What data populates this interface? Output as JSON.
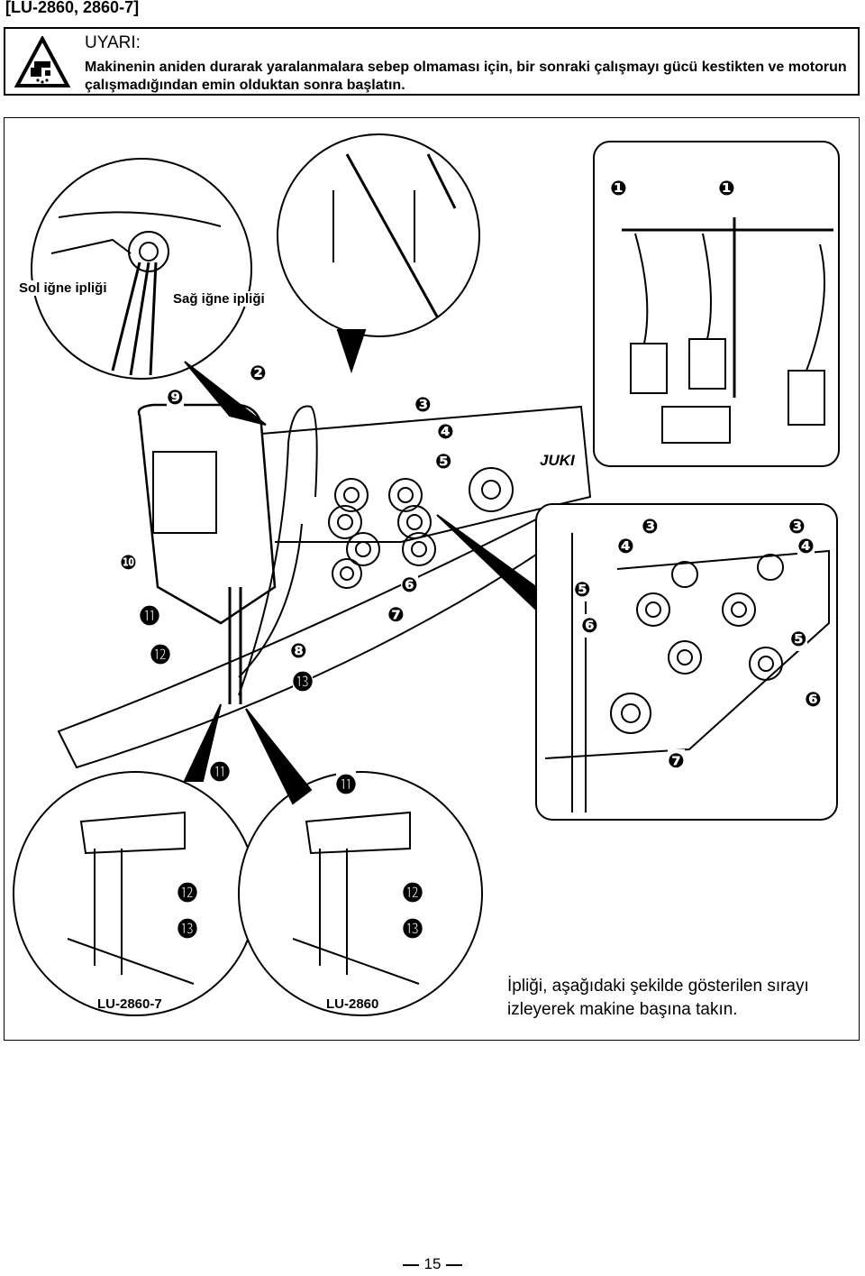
{
  "header": {
    "model_code": "[LU-2860, 2860-7]"
  },
  "warning": {
    "icon": "hand-caution-icon",
    "title": "UYARI:",
    "text": "Makinenin aniden durarak yaralanmalara sebep olmaması için, bir sonraki çalışmayı gücü kestikten ve motorun çalışmadığından emin olduktan sonra başlatın."
  },
  "figure": {
    "left_needle_label": "Sol iğne ipliği",
    "right_needle_label": "Sağ iğne ipliği",
    "callouts": {
      "c1": "❶",
      "c2": "❷",
      "c3": "❸",
      "c4": "❹",
      "c5": "❺",
      "c6": "❻",
      "c7": "❼",
      "c8": "❽",
      "c9": "❾",
      "c10": "❿",
      "c11": "⓫",
      "c12": "⓬",
      "c13": "⓭"
    },
    "caption": "İpliği, aşağıdaki şekilde gösterilen sırayı izleyerek makine başına takın.",
    "model_left": "LU-2860-7",
    "model_right": "LU-2860",
    "brand": "JUKI"
  },
  "footer": {
    "page_number": "15"
  }
}
